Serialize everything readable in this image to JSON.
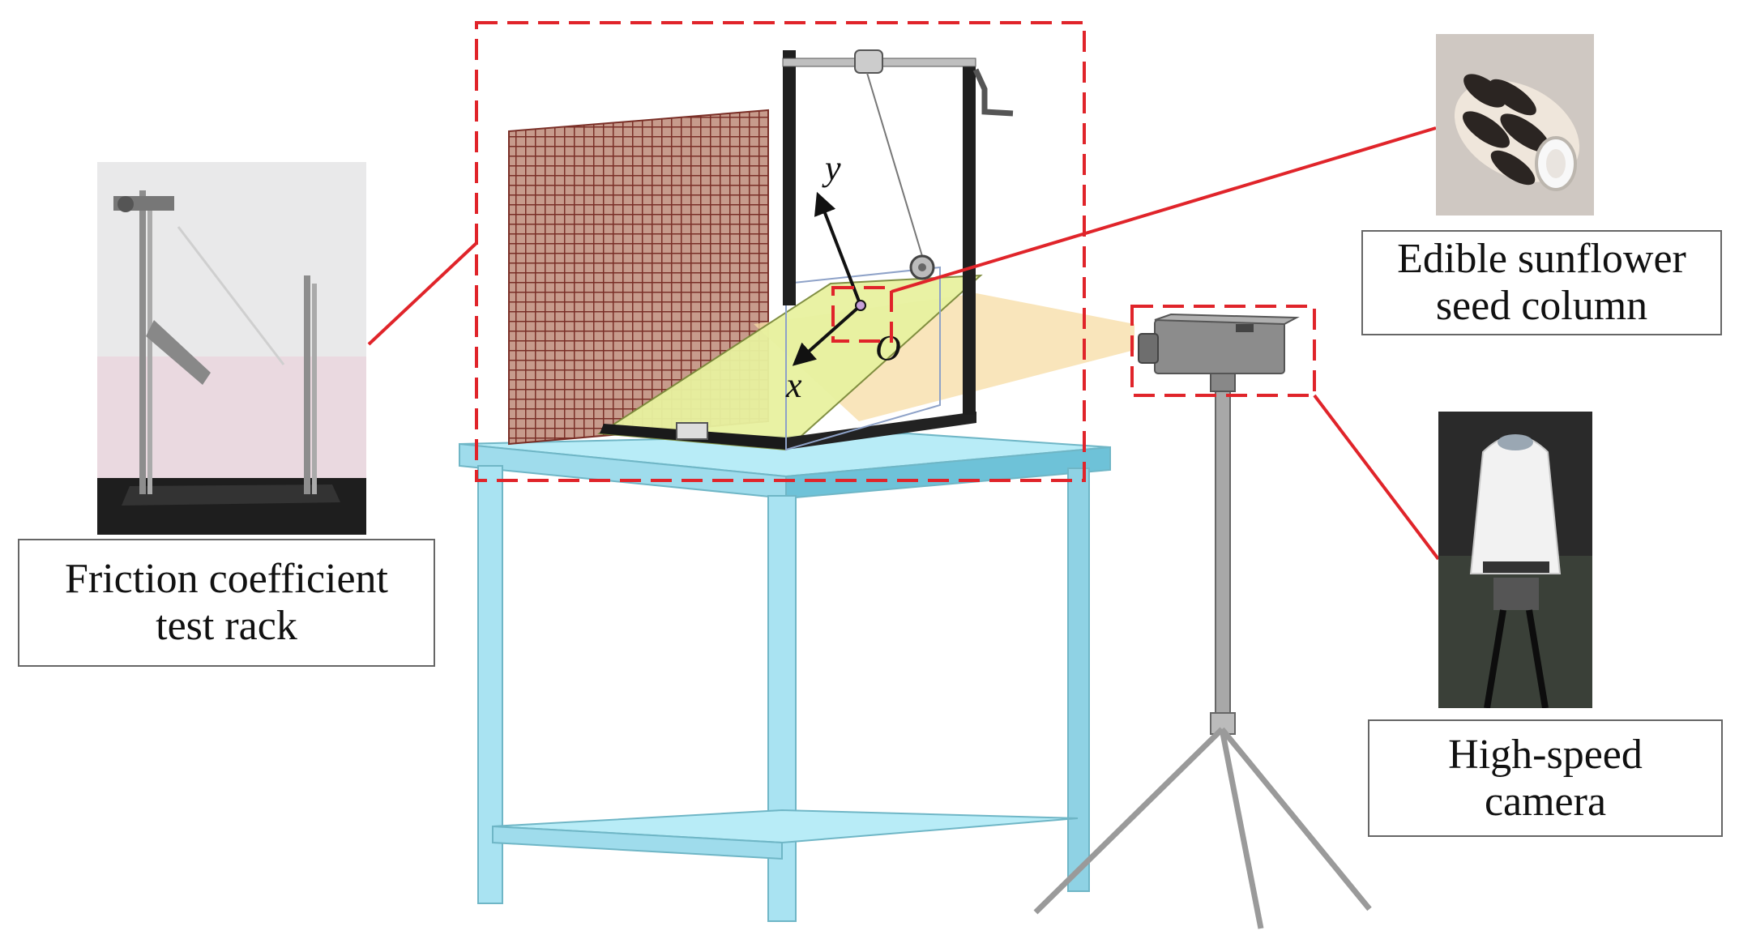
{
  "labels": {
    "rack_line1": "Friction coefficient",
    "rack_line2": "test rack",
    "seed_line1": "Edible sunflower",
    "seed_line2": "seed column",
    "camera_line1": "High-speed",
    "camera_line2": "camera"
  },
  "axes": {
    "x": "x",
    "y": "y",
    "origin": "O"
  },
  "colors": {
    "callout_red": "#e0242a",
    "table_blue": "#aee6f4",
    "incline_green": "#e8f2a0",
    "light_beam": "#f7dca4",
    "grid_board": "#8a3d33"
  },
  "icons": {
    "rack_photo": "friction-test-rack-photo",
    "seed_photo": "sunflower-seed-column-photo",
    "camera_photo": "high-speed-camera-photo"
  }
}
